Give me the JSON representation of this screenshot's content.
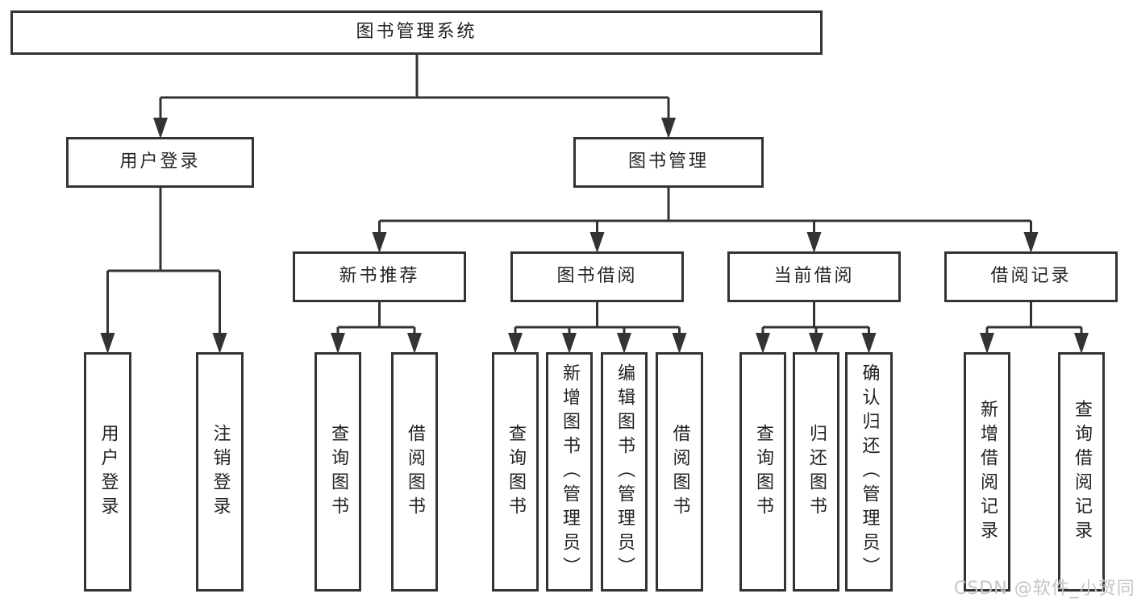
{
  "diagram": {
    "root": "图书管理系统",
    "level2": [
      {
        "label": "用户登录"
      },
      {
        "label": "图书管理"
      }
    ],
    "level3": [
      {
        "label": "新书推荐"
      },
      {
        "label": "图书借阅"
      },
      {
        "label": "当前借阅"
      },
      {
        "label": "借阅记录"
      }
    ],
    "groups": [
      {
        "parent": "用户登录",
        "children": [
          "用户登录",
          "注销登录"
        ]
      },
      {
        "parent": "新书推荐",
        "children": [
          "查询图书",
          "借阅图书"
        ]
      },
      {
        "parent": "图书借阅",
        "children": [
          "查询图书",
          "新增图书（管理员）",
          "编辑图书（管理员）",
          "借阅图书"
        ]
      },
      {
        "parent": "当前借阅",
        "children": [
          "查询图书",
          "归还图书",
          "确认归还（管理员）"
        ]
      },
      {
        "parent": "借阅记录",
        "children": [
          "新增借阅记录",
          "查询借阅记录"
        ]
      }
    ]
  },
  "watermark": {
    "text": "CSDN @软件_小贺同学",
    "color": "#c5c5c5"
  },
  "colors": {
    "background": "#ffffff",
    "line": "#333333",
    "box_border": "#333333",
    "box_fill": "#ffffff",
    "text": "#222222"
  }
}
